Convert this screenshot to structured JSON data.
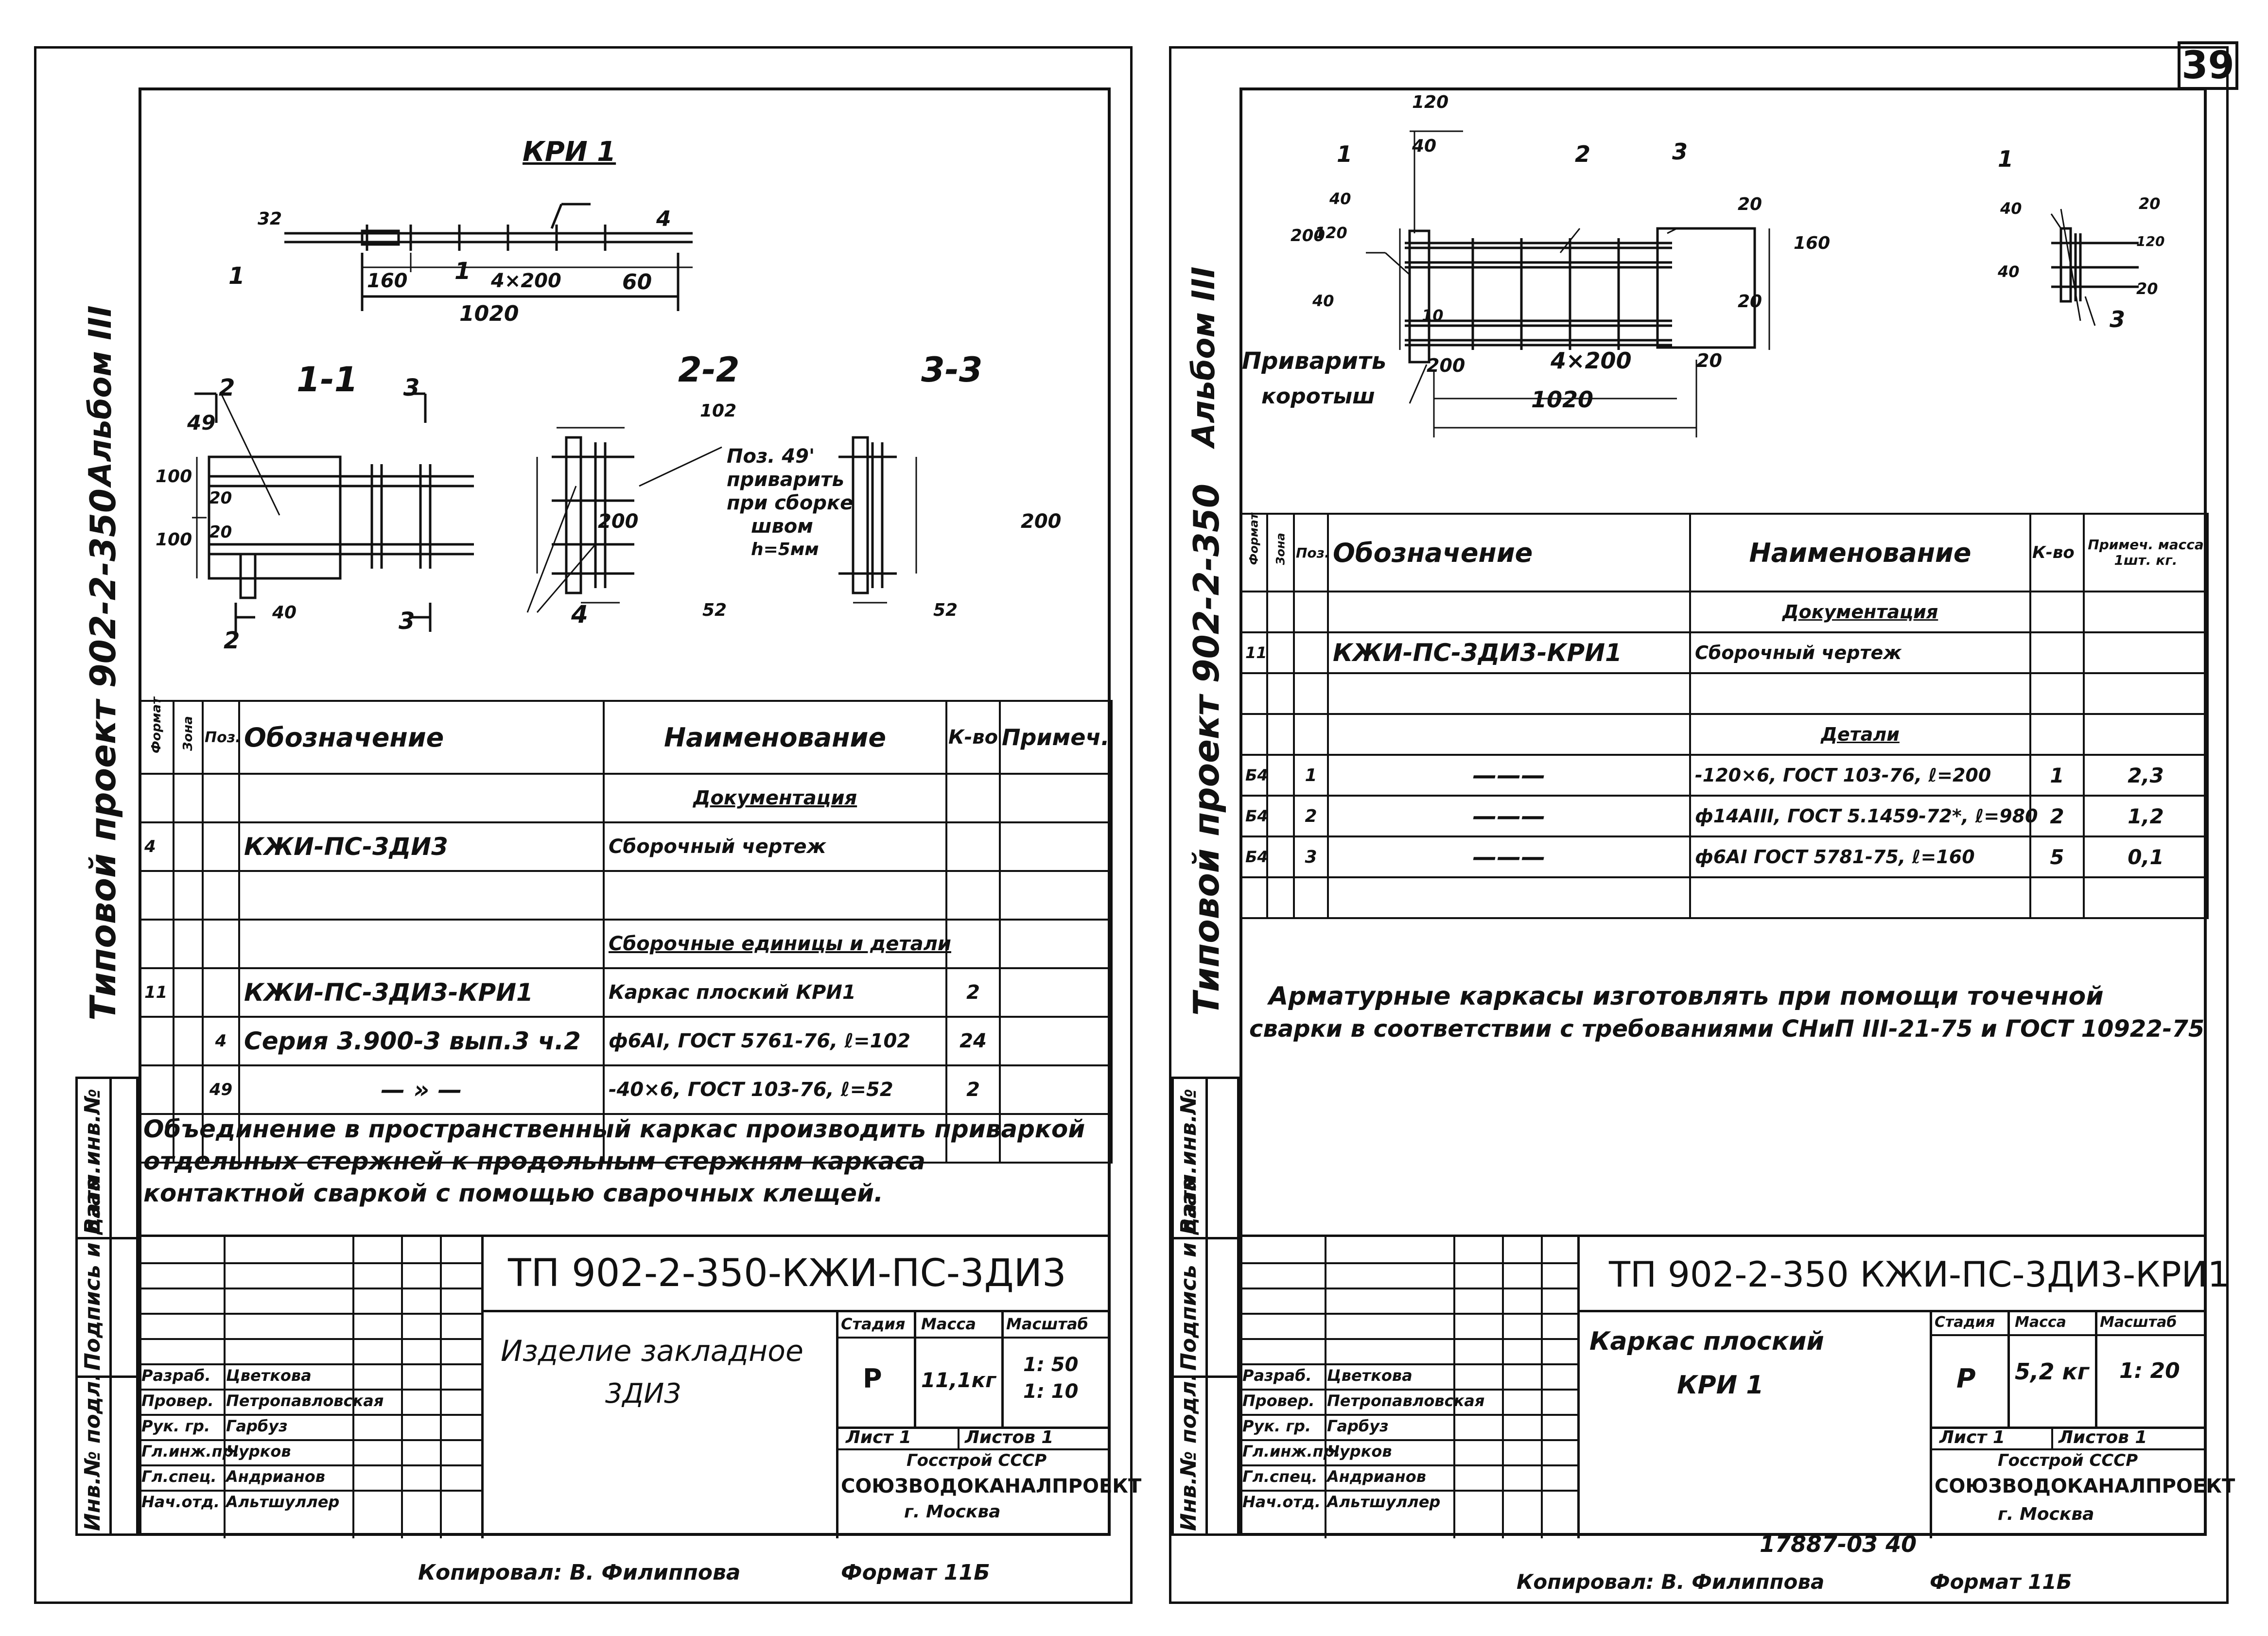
{
  "page_number": "39",
  "left": {
    "side_stamp": [
      "Инв.№ подл.",
      "Подпись и дата",
      "Взам.инв.№"
    ],
    "album": "Альбом III",
    "project": "Типовой проект 902-2-350",
    "drawing": {
      "kri_label": "КРИ 1",
      "section_1_1": "1-1",
      "section_2_2": "2-2",
      "section_3_3": "3-3",
      "weld_note": [
        "Поз. 49'",
        "приварить",
        "при сборке",
        "швом",
        "h=5мм"
      ],
      "dims": {
        "d32": "32",
        "d4": "4",
        "d160": "160",
        "d4x200": "4×200",
        "d60": "60",
        "d1020": "1020",
        "d49": "49",
        "d100a": "100",
        "d100b": "100",
        "d20a": "20",
        "d20b": "20",
        "d40": "40",
        "d102": "102",
        "d200a": "200",
        "d200b": "200",
        "d52a": "52",
        "d52b": "52",
        "d4b": "4",
        "cut2": "2",
        "cut3": "3",
        "cut1": "1",
        "cut1b": "1"
      }
    },
    "spec": {
      "headers": {
        "format": "Формат",
        "zone": "Зона",
        "pos": "Поз.",
        "designation": "Обозначение",
        "name": "Наименование",
        "qty": "К-во",
        "note": "Примеч."
      },
      "rows": [
        {
          "format": "",
          "zone": "",
          "pos": "",
          "designation": "",
          "name": "Документация",
          "qty": "",
          "note": "",
          "heading": true
        },
        {
          "format": "4",
          "zone": "",
          "pos": "",
          "designation": "КЖИ-ПС-3ДИ3",
          "name": "Сборочный чертеж",
          "qty": "",
          "note": ""
        },
        {
          "format": "",
          "zone": "",
          "pos": "",
          "designation": "",
          "name": "",
          "qty": "",
          "note": ""
        },
        {
          "format": "",
          "zone": "",
          "pos": "",
          "designation": "",
          "name": "Сборочные единицы и детали",
          "qty": "",
          "note": "",
          "heading": true
        },
        {
          "format": "11",
          "zone": "",
          "pos": "",
          "designation": "КЖИ-ПС-3ДИ3-КРИ1",
          "name": "Каркас плоский КРИ1",
          "qty": "2",
          "note": ""
        },
        {
          "format": "",
          "zone": "",
          "pos": "4",
          "designation": "Серия 3.900-3 вып.3 ч.2",
          "name": "ф6АI, ГОСТ 5761-76, ℓ=102",
          "qty": "24",
          "note": ""
        },
        {
          "format": "",
          "zone": "",
          "pos": "49",
          "designation": "— » —",
          "name": "-40×6, ГОСТ 103-76, ℓ=52",
          "qty": "2",
          "note": ""
        },
        {
          "format": "",
          "zone": "",
          "pos": "",
          "designation": "",
          "name": "",
          "qty": "",
          "note": ""
        }
      ]
    },
    "note": [
      "Объединение в пространственный каркас производить приваркой",
      "отдельных стержней к продольным стержням каркаса",
      "контактной сваркой с помощью сварочных клещей."
    ],
    "title_block": {
      "code": "ТП 902-2-350-КЖИ-ПС-3ДИ3",
      "title": [
        "Изделие закладное",
        "3ДИ3"
      ],
      "stage_label": "Стадия",
      "mass_label": "Масса",
      "scale_label": "Масштаб",
      "stage": "Р",
      "mass": "11,1кг",
      "scale": [
        "1: 50",
        "1: 10"
      ],
      "sheet": "Лист 1",
      "sheets": "Листов 1",
      "org": [
        "Госстрой СССР",
        "СОЮЗВОДОКАНАЛПРОЕКТ",
        "г. Москва"
      ],
      "people": [
        {
          "role": "Разраб.",
          "name": "Цветкова"
        },
        {
          "role": "Провер.",
          "name": "Петропавловская"
        },
        {
          "role": "Рук. гр.",
          "name": "Гарбуз"
        },
        {
          "role": "Гл.инж.пр.",
          "name": "Чурков"
        },
        {
          "role": "Гл.спец.",
          "name": "Андрианов"
        },
        {
          "role": "Нач.отд.",
          "name": "Альтшуллер"
        }
      ]
    },
    "footer": {
      "copied": "Копировал: В. Филиппова",
      "format": "Формат 11Б"
    }
  },
  "right": {
    "side_stamp": [
      "Инв.№ подл.",
      "Подпись и дата",
      "Взам.инв.№"
    ],
    "album": "Альбом III",
    "project": "Типовой проект 902-2-350",
    "drawing": {
      "weld_label": [
        "Приварить",
        "коротыш"
      ],
      "dims": {
        "d120": "120",
        "d40a": "40",
        "d1": "1",
        "d2": "2",
        "d3": "3",
        "d40b": "40",
        "d200a": "200",
        "d120b": "120",
        "d40c": "40",
        "d10": "10",
        "d20a": "20",
        "d20b": "20",
        "d160": "160",
        "d200b": "200",
        "d4x200": "4×200",
        "d20c": "20",
        "d1020": "1020",
        "s1": "1",
        "s40a": "40",
        "s40b": "40",
        "s20a": "20",
        "s120": "120",
        "s20b": "20",
        "s3": "3"
      }
    },
    "spec": {
      "headers": {
        "format": "Формат",
        "zone": "Зона",
        "pos": "Поз.",
        "designation": "Обозначение",
        "name": "Наименование",
        "qty": "К-во",
        "note": "Примеч. масса 1шт. кг."
      },
      "rows": [
        {
          "format": "",
          "zone": "",
          "pos": "",
          "designation": "",
          "name": "Документация",
          "qty": "",
          "note": "",
          "heading": true
        },
        {
          "format": "11",
          "zone": "",
          "pos": "",
          "designation": "КЖИ-ПС-3ДИ3-КРИ1",
          "name": "Сборочный чертеж",
          "qty": "",
          "note": ""
        },
        {
          "format": "",
          "zone": "",
          "pos": "",
          "designation": "",
          "name": "",
          "qty": "",
          "note": ""
        },
        {
          "format": "",
          "zone": "",
          "pos": "",
          "designation": "",
          "name": "Детали",
          "qty": "",
          "note": "",
          "heading": true
        },
        {
          "format": "Б4",
          "zone": "",
          "pos": "1",
          "designation": "———",
          "name": "-120×6, ГОСТ 103-76, ℓ=200",
          "qty": "1",
          "note": "2,3"
        },
        {
          "format": "Б4",
          "zone": "",
          "pos": "2",
          "designation": "———",
          "name": "ф14АIII, ГОСТ 5.1459-72*, ℓ=980",
          "qty": "2",
          "note": "1,2"
        },
        {
          "format": "Б4",
          "zone": "",
          "pos": "3",
          "designation": "———",
          "name": "ф6АI ГОСТ 5781-75, ℓ=160",
          "qty": "5",
          "note": "0,1"
        },
        {
          "format": "",
          "zone": "",
          "pos": "",
          "designation": "",
          "name": "",
          "qty": "",
          "note": ""
        }
      ]
    },
    "note": [
      "Арматурные каркасы изготовлять при помощи точечной",
      "сварки в соответствии с требованиями СНиП III-21-75 и ГОСТ 10922-75"
    ],
    "title_block": {
      "code": "ТП 902-2-350   КЖИ-ПС-3ДИ3-КРИ1",
      "title": [
        "Каркас плоский",
        "КРИ 1"
      ],
      "stage_label": "Стадия",
      "mass_label": "Масса",
      "scale_label": "Масштаб",
      "stage": "Р",
      "mass": "5,2 кг",
      "scale": [
        "1: 20"
      ],
      "sheet": "Лист 1",
      "sheets": "Листов 1",
      "org": [
        "Госстрой СССР",
        "СОЮЗВОДОКАНАЛПРОЕКТ",
        "г. Москва"
      ],
      "people": [
        {
          "role": "Разраб.",
          "name": "Цветкова"
        },
        {
          "role": "Провер.",
          "name": "Петропавловская"
        },
        {
          "role": "Рук. гр.",
          "name": "Гарбуз"
        },
        {
          "role": "Гл.инж.пр.",
          "name": "Чурков"
        },
        {
          "role": "Гл.спец.",
          "name": "Андрианов"
        },
        {
          "role": "Нач.отд.",
          "name": "Альтшуллер"
        }
      ]
    },
    "archive_number": "17887-03   40",
    "footer": {
      "copied": "Копировал: В. Филиппова",
      "format": "Формат 11Б"
    }
  }
}
